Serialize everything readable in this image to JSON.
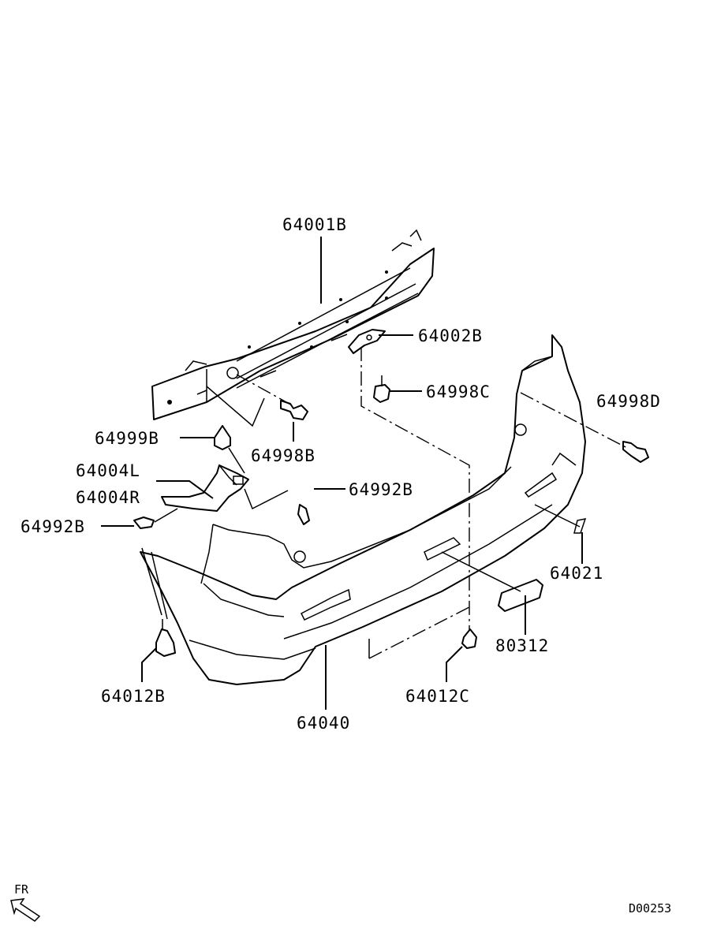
{
  "labels": {
    "p64001B": "64001B",
    "p64002B": "64002B",
    "p64998C": "64998C",
    "p64998D": "64998D",
    "p64999B": "64999B",
    "p64998B": "64998B",
    "p64004L": "64004L",
    "p64004R": "64004R",
    "p64992B_right": "64992B",
    "p64992B_left": "64992B",
    "p64021": "64021",
    "p80312": "80312",
    "p64012B": "64012B",
    "p64012C": "64012C",
    "p64040": "64040"
  },
  "direction": {
    "label": "FR"
  },
  "diagram_code": "D00253"
}
